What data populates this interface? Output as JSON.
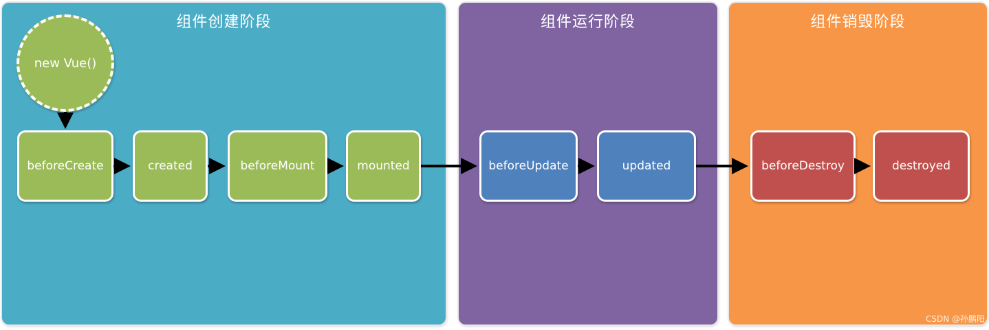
{
  "phases": [
    {
      "title": "组件创建阶段",
      "color": "#4BACC6"
    },
    {
      "title": "组件运行阶段",
      "color": "#8064A2"
    },
    {
      "title": "组件销毁阶段",
      "color": "#F79646"
    }
  ],
  "start_node": {
    "label": "new Vue()"
  },
  "nodes": {
    "beforeCreate": "beforeCreate",
    "created": "created",
    "beforeMount": "beforeMount",
    "mounted": "mounted",
    "beforeUpdate": "beforeUpdate",
    "updated": "updated",
    "beforeDestroy": "beforeDestroy",
    "destroyed": "destroyed"
  },
  "node_colors": {
    "create": "#9BBB59",
    "run": "#4F81BD",
    "destroy": "#C0504D"
  },
  "watermark": "CSDN @孙鹏阳"
}
